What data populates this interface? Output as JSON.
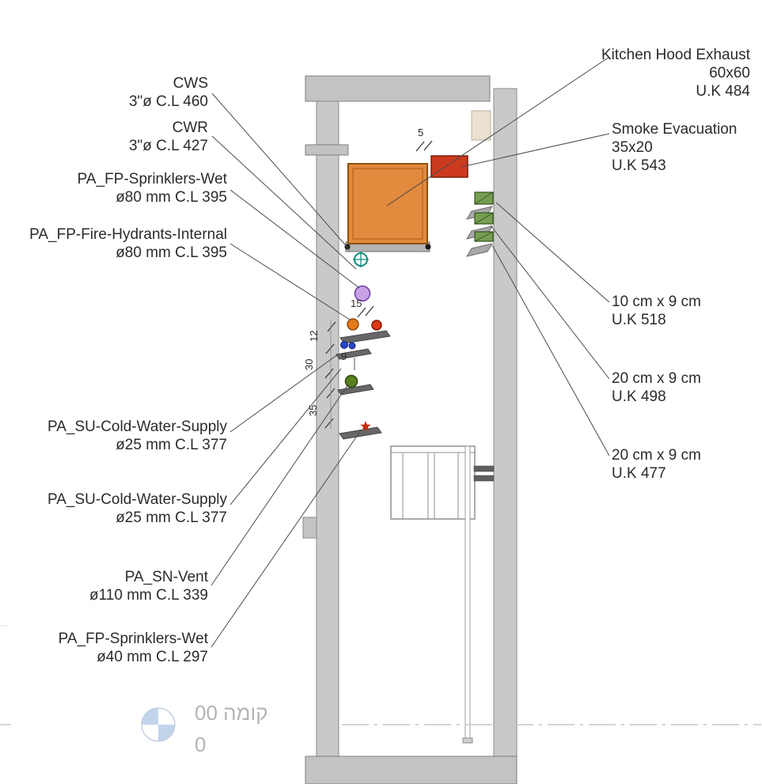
{
  "annotations_left": [
    {
      "line1": "CWS",
      "line2": "3\"ø C.L 460"
    },
    {
      "line1": "CWR",
      "line2": "3\"ø C.L 427"
    },
    {
      "line1": "PA_FP-Sprinklers-Wet",
      "line2": "ø80 mm C.L 395"
    },
    {
      "line1": "PA_FP-Fire-Hydrants-Internal",
      "line2": "ø80 mm C.L 395"
    },
    {
      "line1": "PA_SU-Cold-Water-Supply",
      "line2": "ø25 mm C.L 377"
    },
    {
      "line1": "PA_SU-Cold-Water-Supply",
      "line2": "ø25 mm C.L 377"
    },
    {
      "line1": "PA_SN-Vent",
      "line2": "ø110 mm C.L 339"
    },
    {
      "line1": "PA_FP-Sprinklers-Wet",
      "line2": "ø40 mm C.L 297"
    }
  ],
  "annotations_right": [
    {
      "line1": "Kitchen Hood Exhaust",
      "line2": "60x60",
      "line3": "U.K 484"
    },
    {
      "line1": "Smoke Evacuation",
      "line2": "35x20",
      "line3": "U.K 543"
    },
    {
      "line1": "10 cm x 9 cm",
      "line2": "U.K 518"
    },
    {
      "line1": "20 cm x 9 cm",
      "line2": "U.K 498"
    },
    {
      "line1": "20 cm x 9 cm",
      "line2": "U.K 477"
    }
  ],
  "dimensions": {
    "dim_5": "5",
    "dim_15": "15",
    "dim_12": "12",
    "dim_30": "30",
    "dim_9": "9",
    "dim_35": "35"
  },
  "level": {
    "name": "קומה 00",
    "elevation": "0"
  },
  "colors": {
    "kitchen_hood_duct": "#e28a3e",
    "smoke_evacuation_duct": "#cc3a1e",
    "supply_duct_green": "#769e52",
    "structure_gray": "#c9c9c9",
    "level_marker_blue": "#c2d4ea"
  }
}
